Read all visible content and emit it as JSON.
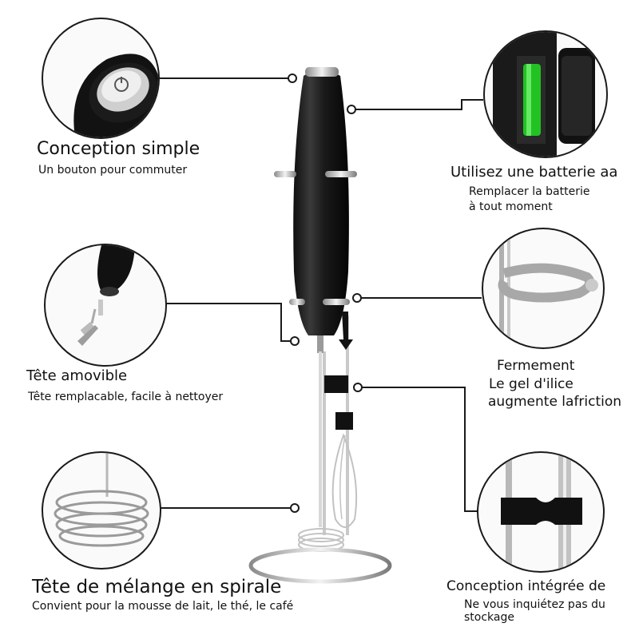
{
  "features": {
    "button": {
      "title": "Conception simple",
      "subtitle": "Un bouton pour commuter",
      "icon": "power-button-icon"
    },
    "battery": {
      "title": "Utilisez une batterie aa",
      "subtitle_line1": "Remplacer la batterie",
      "subtitle_line2": "à tout moment",
      "icon": "battery-icon"
    },
    "head": {
      "title": "Tête amovible",
      "subtitle": "Tête remplacable, facile à nettoyer",
      "icon": "removable-head-icon"
    },
    "clasp": {
      "line1": "Fermement",
      "line2": "Le gel d'ilice",
      "line3": "augmente lafriction",
      "icon": "ring-clasp-icon"
    },
    "spiral": {
      "title": "Tête de mélange en spirale",
      "subtitle": "Convient pour la mousse de lait, le thé, le café",
      "icon": "spiral-whisk-icon"
    },
    "storage": {
      "title": "Conception intégrée de",
      "subtitle_line1": "Ne vous inquiétez pas du",
      "subtitle_line2": "stockage",
      "icon": "stand-holder-icon"
    }
  },
  "colors": {
    "line": "#1a1a1a",
    "body": "#1c1c1c",
    "metal": "#b8b8b8",
    "battery_green": "#22c222"
  }
}
